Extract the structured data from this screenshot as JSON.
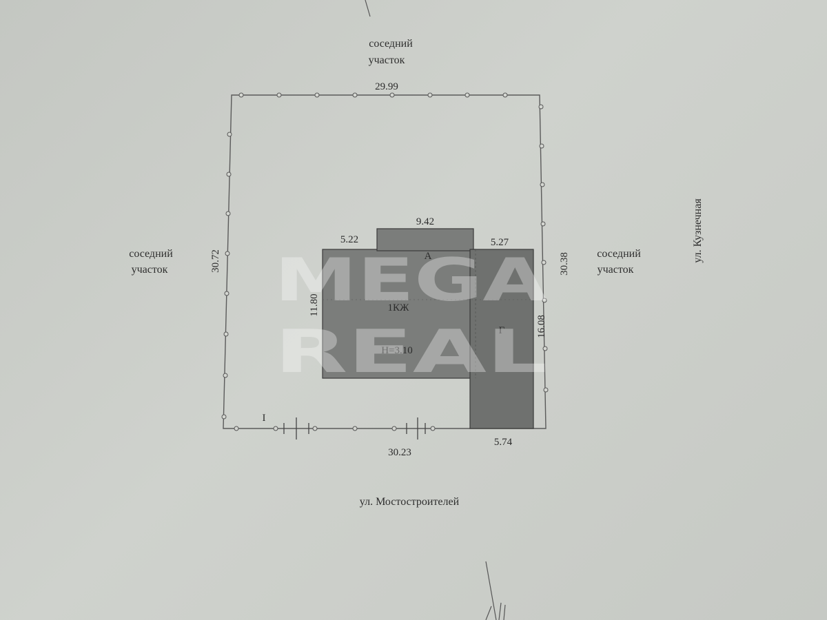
{
  "neighbors": {
    "top": {
      "line1": "соседний",
      "line2": "участок"
    },
    "left": {
      "line1": "соседний",
      "line2": "участок"
    },
    "right": {
      "line1": "соседний",
      "line2": "участок"
    }
  },
  "streets": {
    "bottom": "ул. Мостостроителей",
    "right": "ул. Кузнечная"
  },
  "plot_dimensions": {
    "top": "29.99",
    "left": "30.72",
    "right": "30.38",
    "bottom": "30.23"
  },
  "building": {
    "dims": {
      "top_center": "9.42",
      "top_left": "5.22",
      "top_right": "5.27",
      "left_side": "11.80",
      "right_side": "16.08",
      "bottom_right": "5.74"
    },
    "label_a": "А",
    "label_type": "1КЖ",
    "label_height": "H=3.10",
    "label_g": "Г"
  },
  "gate_marker": "I",
  "watermark": {
    "line1": "MEGA",
    "line2": "REAL"
  },
  "colors": {
    "paper": "#cfd2cd",
    "building_fill": "#7b7d7b",
    "building_stroke": "#3a3a3a",
    "plot_line": "#5a5a5a",
    "watermark": "#ffffff"
  }
}
